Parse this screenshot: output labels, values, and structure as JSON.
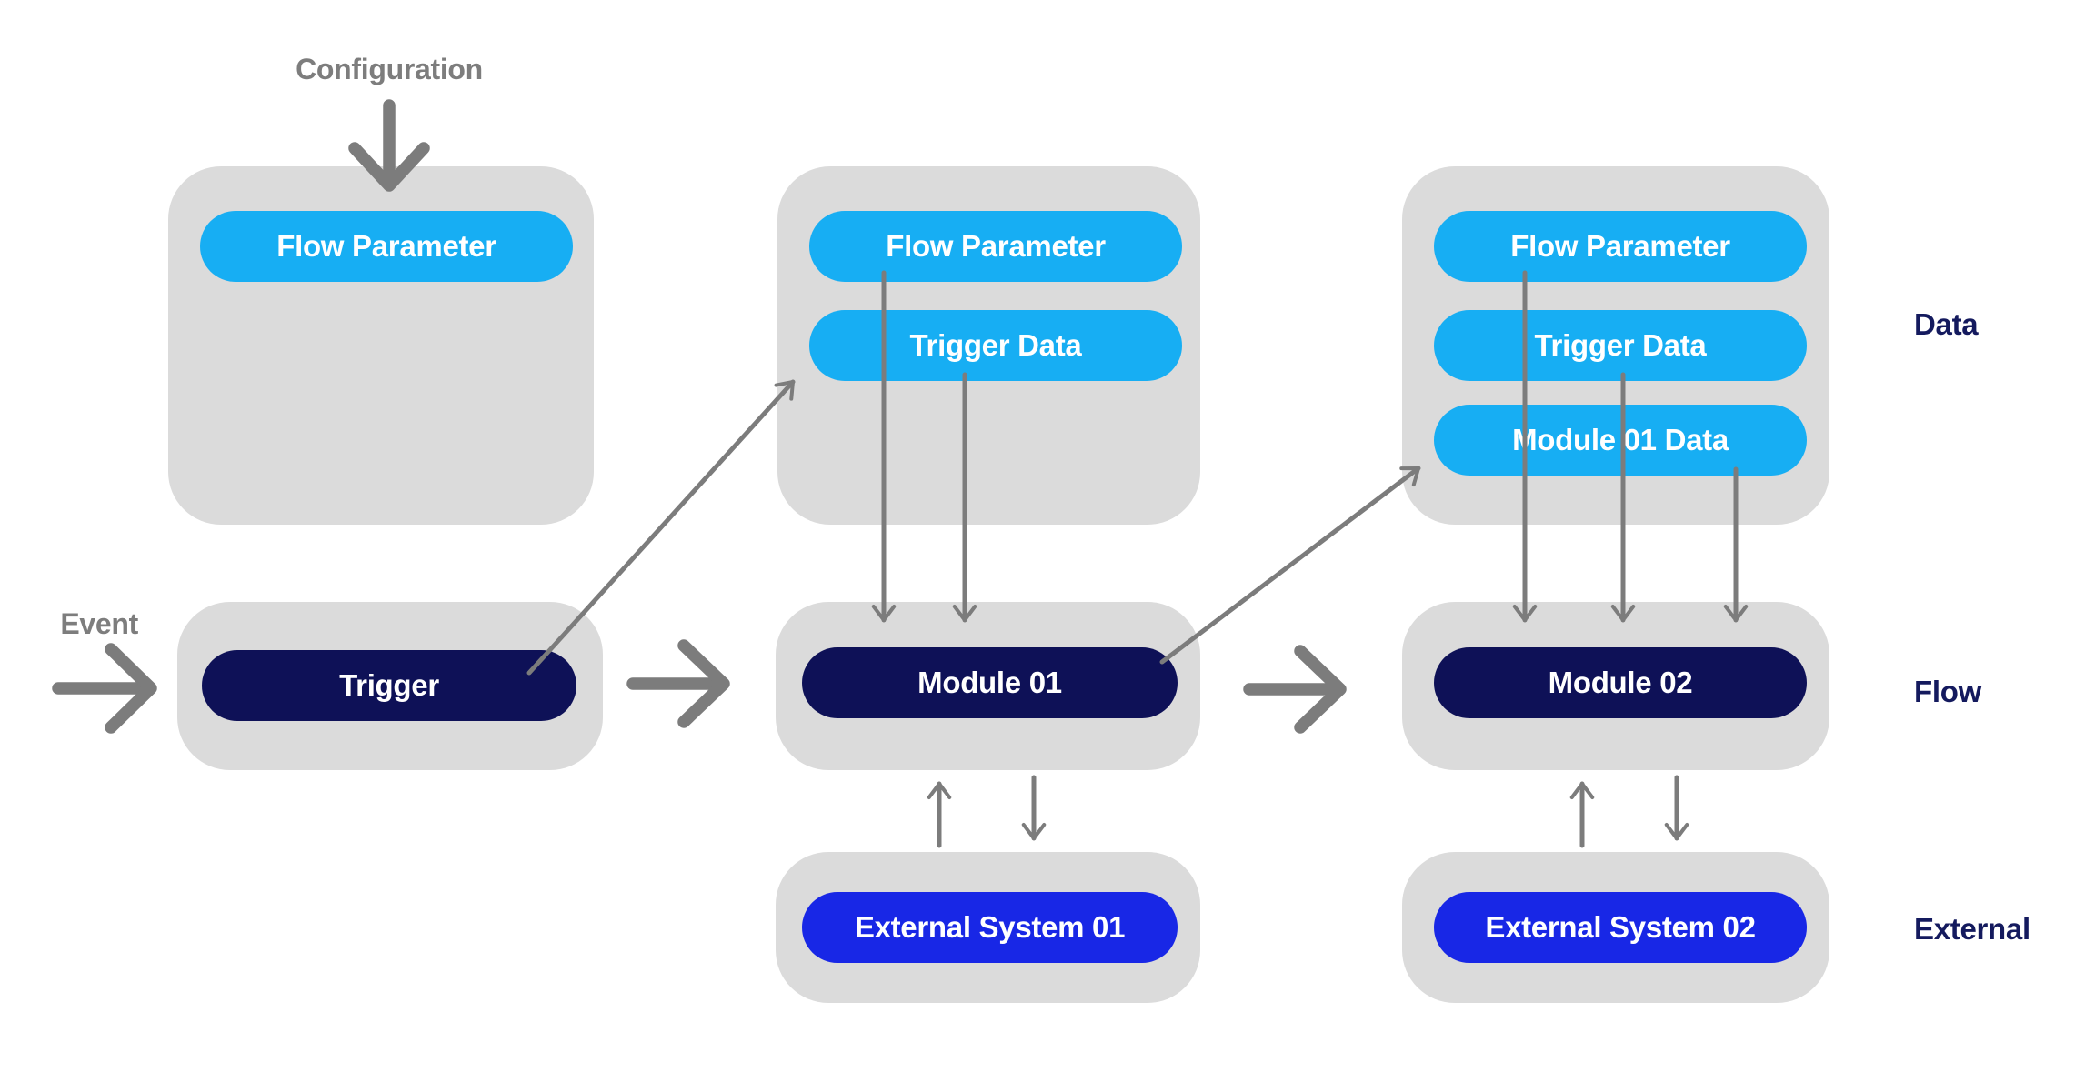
{
  "colors": {
    "panel_gray": "#DBDBDB",
    "pill_cyan": "#17AEF3",
    "pill_navy": "#0E1157",
    "pill_blue": "#1827E6",
    "arrow_gray": "#7C7C7C",
    "label_gray": "#7D7D7D",
    "label_navy": "#141A5E",
    "text_white": "#FFFFFF",
    "background": "#FFFFFF"
  },
  "annotations": {
    "configuration": "Configuration",
    "event": "Event"
  },
  "row_labels": {
    "data": "Data",
    "flow": "Flow",
    "external": "External"
  },
  "columns": [
    {
      "id": "trigger-column",
      "data_group": {
        "pills": [
          {
            "id": "flow-parameter",
            "label": "Flow Parameter",
            "color": "cyan"
          }
        ]
      },
      "flow_group": {
        "pills": [
          {
            "id": "trigger",
            "label": "Trigger",
            "color": "navy"
          }
        ]
      }
    },
    {
      "id": "module-01-column",
      "data_group": {
        "pills": [
          {
            "id": "flow-parameter",
            "label": "Flow Parameter",
            "color": "cyan"
          },
          {
            "id": "trigger-data",
            "label": "Trigger Data",
            "color": "cyan"
          }
        ]
      },
      "flow_group": {
        "pills": [
          {
            "id": "module-01",
            "label": "Module 01",
            "color": "navy"
          }
        ]
      },
      "external_group": {
        "pills": [
          {
            "id": "external-system-01",
            "label": "External System 01",
            "color": "blue"
          }
        ]
      }
    },
    {
      "id": "module-02-column",
      "data_group": {
        "pills": [
          {
            "id": "flow-parameter",
            "label": "Flow Parameter",
            "color": "cyan"
          },
          {
            "id": "trigger-data",
            "label": "Trigger Data",
            "color": "cyan"
          },
          {
            "id": "module-01-data",
            "label": "Module 01 Data",
            "color": "cyan"
          }
        ]
      },
      "flow_group": {
        "pills": [
          {
            "id": "module-02",
            "label": "Module 02",
            "color": "navy"
          }
        ]
      },
      "external_group": {
        "pills": [
          {
            "id": "external-system-02",
            "label": "External System 02",
            "color": "blue"
          }
        ]
      }
    }
  ]
}
